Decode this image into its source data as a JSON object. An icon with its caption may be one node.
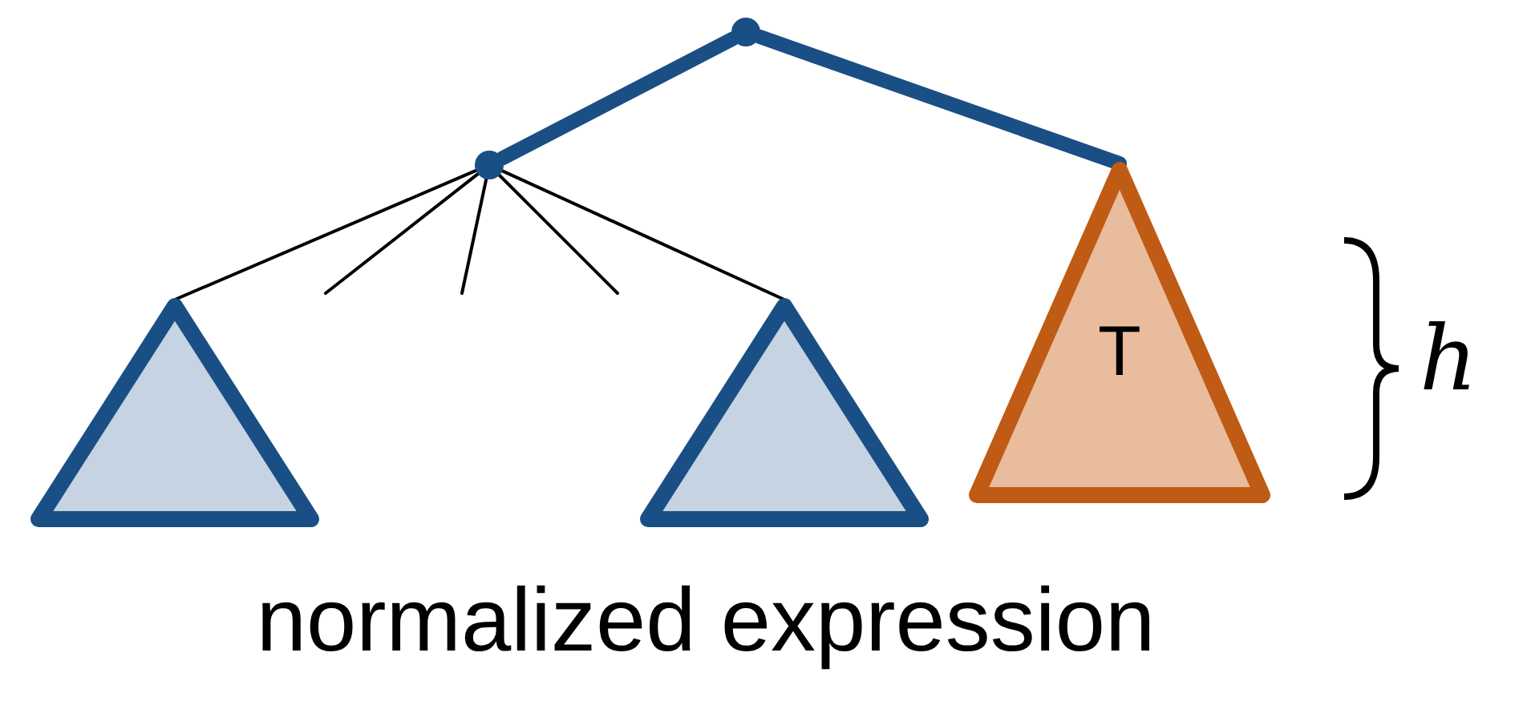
{
  "diagram": {
    "caption": "normalized expression",
    "nodes": [
      {
        "text": [],
        "shape": "circle"
      },
      {
        "text": [],
        "shape": "circle"
      },
      {
        "text": [],
        "shape": "triangle"
      },
      {
        "text": [],
        "shape": "triangle"
      },
      {
        "text": [
          "T"
        ]
      }
    ],
    "edges": [
      {
        "from": 0,
        "to": 1,
        "arrow": "none",
        "style": "thick",
        "color": "#1a4f85"
      },
      {
        "from": 0,
        "to": 4,
        "arrow": "none",
        "style": "thick",
        "color": "#1a4f85"
      },
      {
        "from": 1,
        "to": 2,
        "arrow": "none",
        "color": "#000000"
      },
      {
        "from": 1,
        "to": null,
        "arrow": "none",
        "color": "#000000"
      },
      {
        "from": 1,
        "to": null,
        "arrow": "none",
        "color": "#000000"
      },
      {
        "from": 1,
        "to": null,
        "arrow": "none",
        "color": "#000000"
      },
      {
        "from": 1,
        "to": 3,
        "arrow": "none",
        "color": "#000000"
      }
    ],
    "labels": [
      "h"
    ]
  }
}
